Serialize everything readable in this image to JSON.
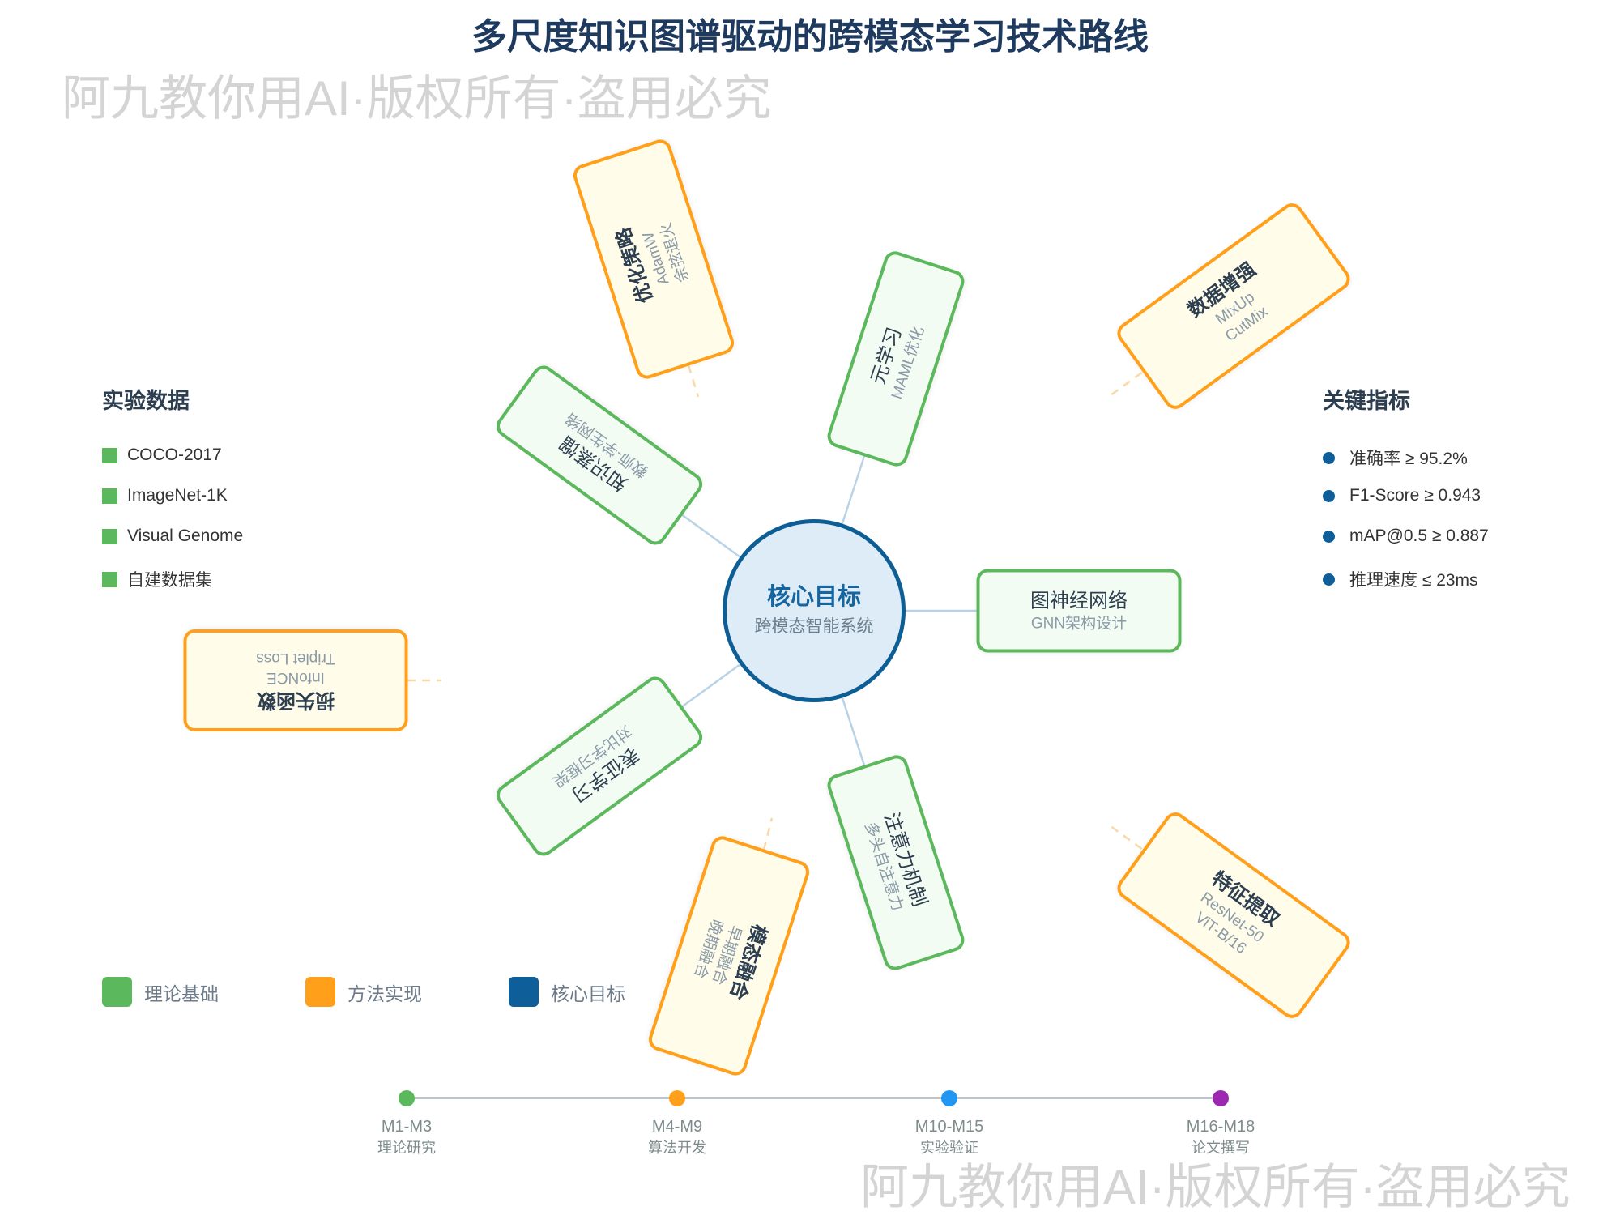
{
  "title": "多尺度知识图谱驱动的跨模态学习技术路线",
  "watermark": "阿九教你用AI·版权所有·盗用必究",
  "core": {
    "title": "核心目标",
    "subtitle": "跨模态智能系统"
  },
  "theory_nodes": [
    {
      "title": "图神经网络",
      "subs": [
        "GNN架构设计"
      ]
    },
    {
      "title": "元学习",
      "subs": [
        "MAML优化"
      ]
    },
    {
      "title": "知识蒸馏",
      "subs": [
        "教师-学生网络"
      ]
    },
    {
      "title": "表征学习",
      "subs": [
        "对比学习框架"
      ]
    },
    {
      "title": "注意力机制",
      "subs": [
        "多头自注意力"
      ]
    }
  ],
  "method_nodes": [
    {
      "title": "特征提取",
      "subs": [
        "ResNet-50",
        "ViT-B/16"
      ]
    },
    {
      "title": "数据增强",
      "subs": [
        "MixUp",
        "CutMix"
      ]
    },
    {
      "title": "优化策略",
      "subs": [
        "AdamW",
        "余弦退火"
      ]
    },
    {
      "title": "损失函数",
      "subs": [
        "InfoNCE",
        "Triplet Loss"
      ]
    },
    {
      "title": "模态融合",
      "subs": [
        "早期融合",
        "晚期融合"
      ]
    }
  ],
  "datasets": {
    "title": "实验数据",
    "items": [
      "COCO-2017",
      "ImageNet-1K",
      "Visual Genome",
      "自建数据集"
    ]
  },
  "metrics": {
    "title": "关键指标",
    "items": [
      "准确率 ≥ 95.2%",
      "F1-Score ≥ 0.943",
      "mAP@0.5 ≥ 0.887",
      "推理速度 ≤ 23ms"
    ]
  },
  "legend": [
    {
      "label": "理论基础",
      "color": "#5cb85c"
    },
    {
      "label": "方法实现",
      "color": "#ff9f1a"
    },
    {
      "label": "核心目标",
      "color": "#0d5e99"
    }
  ],
  "timeline": [
    {
      "period": "M1-M3",
      "phase": "理论研究",
      "color": "#5cb85c"
    },
    {
      "period": "M4-M9",
      "phase": "算法开发",
      "color": "#ff9f1a"
    },
    {
      "period": "M10-M15",
      "phase": "实验验证",
      "color": "#2196f3"
    },
    {
      "period": "M16-M18",
      "phase": "论文撰写",
      "color": "#9c27b0"
    }
  ],
  "colors": {
    "theory": "#5cb85c",
    "method": "#ff9f1a",
    "core": "#0e5e96",
    "title": "#1f3a5f"
  }
}
